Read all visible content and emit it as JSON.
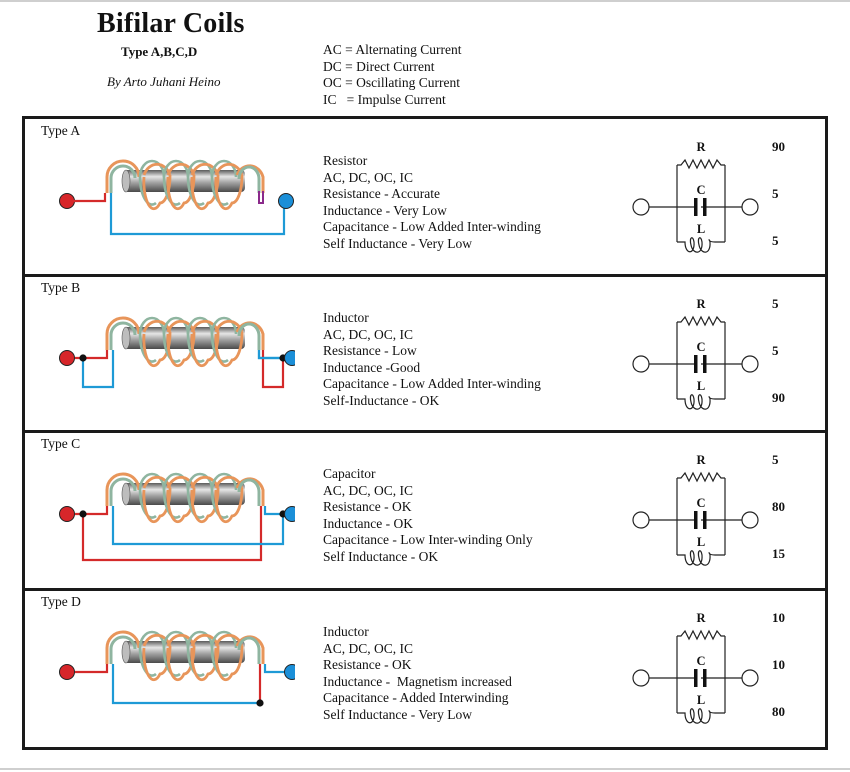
{
  "header": {
    "title": "Bifilar Coils",
    "subtitle": "Type A,B,C,D",
    "author": "By Arto Juhani Heino"
  },
  "legend": [
    "AC = Alternating Current",
    "DC = Direct Current",
    "OC = Oscillating Current",
    "IC   = Impulse Current"
  ],
  "colors": {
    "red_wire": "#d42a2a",
    "blue_wire": "#1e9ad6",
    "purple_wire": "#8a2a8a",
    "copper_wire": "#e8955a",
    "green_wire": "#8fb5a0",
    "core": "#8e8e8e",
    "frame": "#1a1a1a"
  },
  "schematic_labels": {
    "r": "R",
    "c": "C",
    "l": "L"
  },
  "panels": [
    {
      "label": "Type A",
      "wiring": "A",
      "description": [
        "Resistor",
        "AC, DC, OC, IC",
        "Resistance - Accurate",
        "Inductance - Very Low",
        "Capacitance - Low Added Inter-winding",
        "Self Inductance - Very Low"
      ],
      "values": {
        "r": "90",
        "c": "5",
        "l": "5"
      }
    },
    {
      "label": "Type B",
      "wiring": "B",
      "description": [
        "Inductor",
        "AC, DC, OC, IC",
        "Resistance - Low",
        "Inductance -Good",
        "Capacitance - Low Added Inter-winding",
        "Self-Inductance - OK"
      ],
      "values": {
        "r": "5",
        "c": "5",
        "l": "90"
      }
    },
    {
      "label": "Type C",
      "wiring": "C",
      "description": [
        "Capacitor",
        "AC, DC, OC, IC",
        "Resistance - OK",
        "Inductance - OK",
        "Capacitance - Low Inter-winding Only",
        "Self Inductance - OK"
      ],
      "values": {
        "r": "5",
        "c": "80",
        "l": "15"
      }
    },
    {
      "label": "Type D",
      "wiring": "D",
      "description": [
        "Inductor",
        "AC, DC, OC, IC",
        "Resistance - OK",
        "Inductance -  Magnetism increased",
        "Capacitance - Added Interwinding",
        "Self Inductance - Very Low"
      ],
      "values": {
        "r": "10",
        "c": "10",
        "l": "80"
      }
    }
  ]
}
